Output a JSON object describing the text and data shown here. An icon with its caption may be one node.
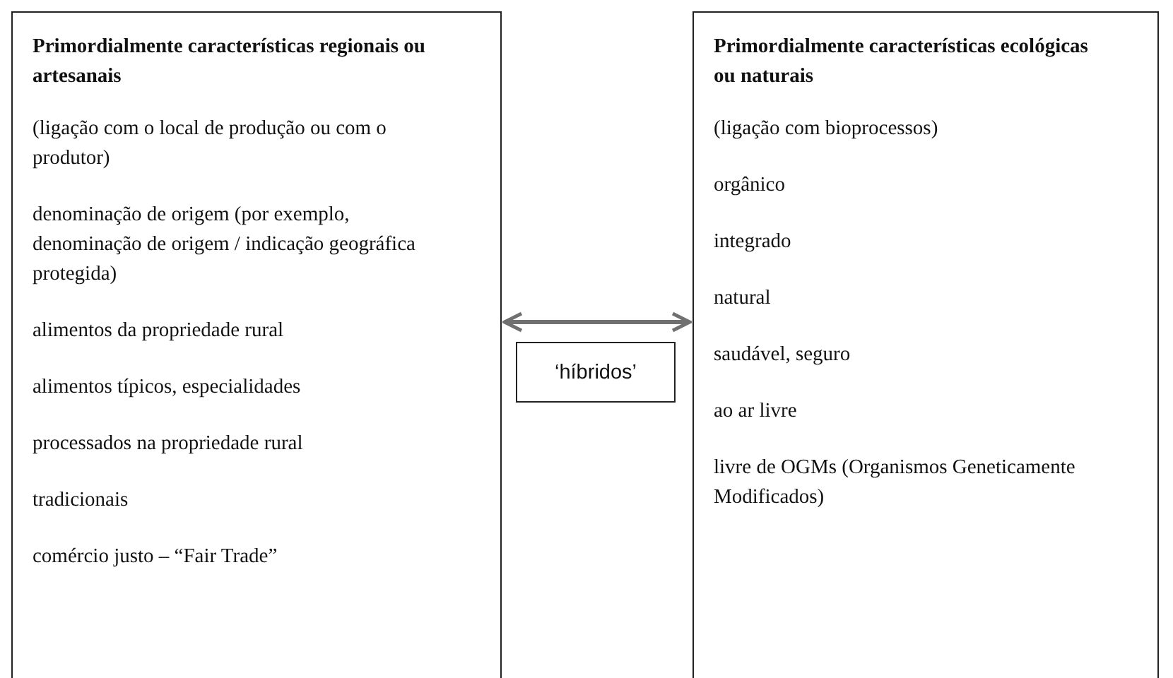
{
  "diagram": {
    "nodes": [
      {
        "text": [
          "Primordialmente características regionais ou artesanais",
          "(ligação com o local de produção ou com o produtor)",
          "denominação de origem (por exemplo, denominação de origem / indicação geográfica protegida)",
          "alimentos da propriedade rural",
          "alimentos típicos, especialidades",
          "processados na propriedade rural",
          "tradicionais",
          "comércio justo – “Fair Trade”"
        ]
      },
      {
        "text": [
          "Primordialmente características ecológicas ou naturais",
          "(ligação com bioprocessos)",
          "orgânico",
          "integrado",
          "natural",
          "saudável, seguro",
          "ao ar livre",
          "livre de OGMs (Organismos Geneticamente Modificados)"
        ]
      },
      {
        "text": [
          "‘híbridos’"
        ]
      }
    ],
    "edges": [
      {
        "from": 0,
        "to": 1,
        "arrow": "both"
      }
    ]
  }
}
